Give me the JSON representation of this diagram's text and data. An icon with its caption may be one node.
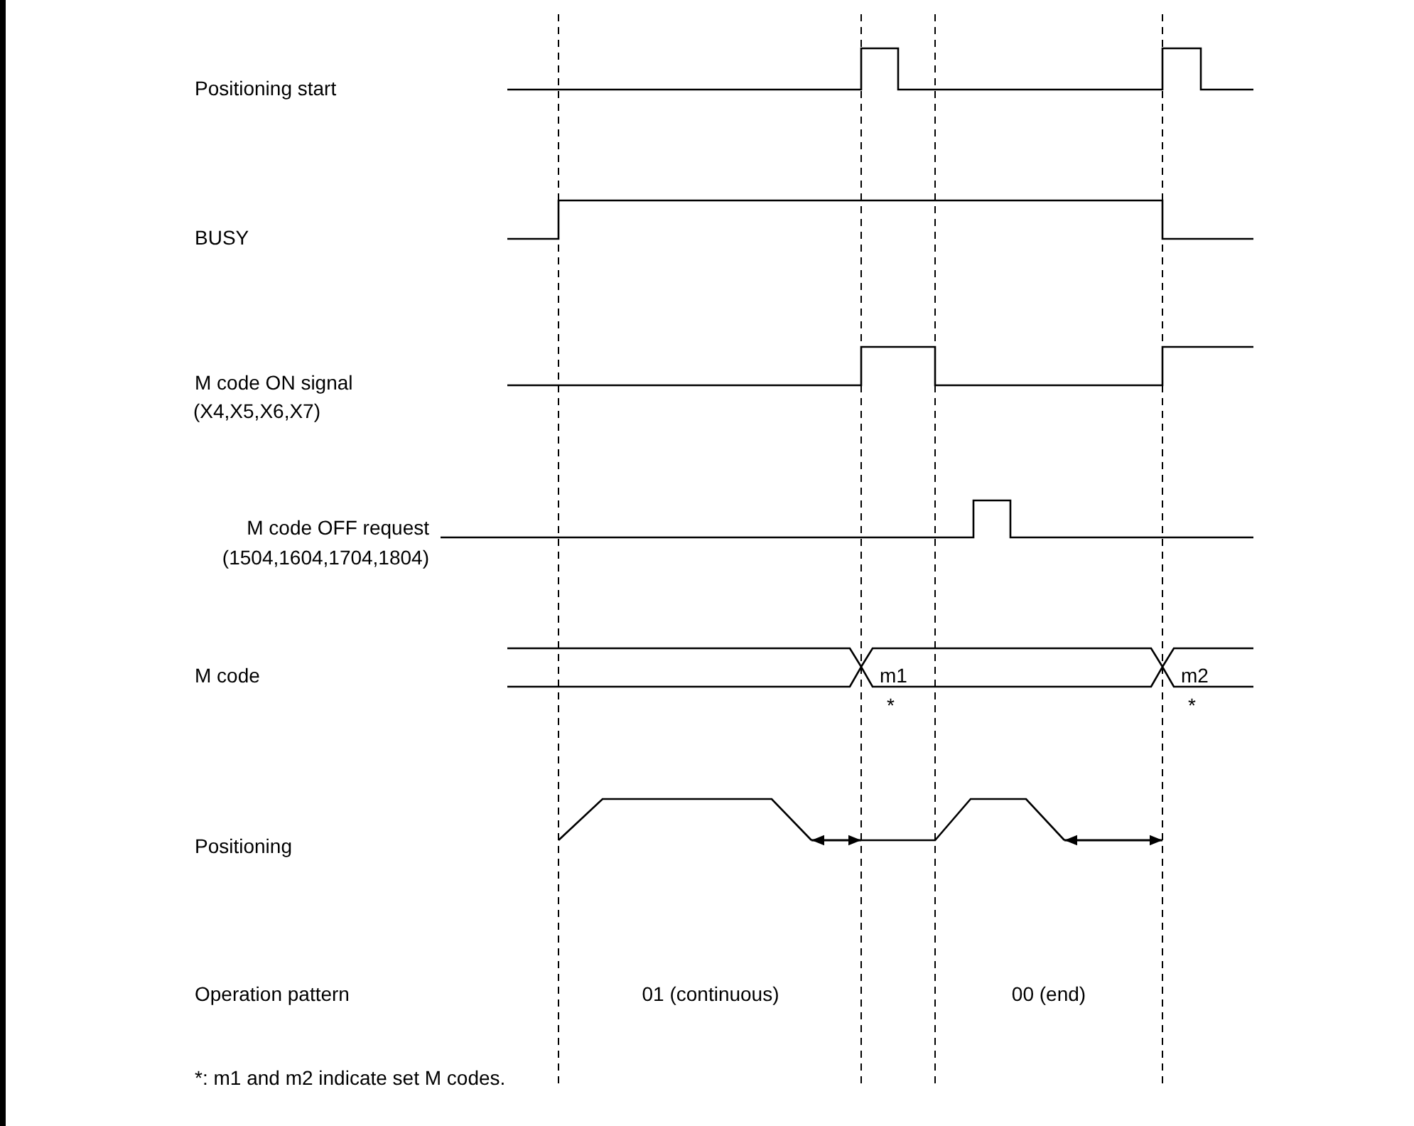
{
  "diagram": {
    "labels": [
      "Positioning start",
      "BUSY",
      "M code ON signal",
      "(X4,X5,X6,X7)",
      "M code OFF request",
      "(1504,1604,1704,1804)",
      "M code",
      "m1",
      "*",
      "m2",
      "*",
      "Positioning",
      "Operation pattern",
      "01 (continuous)",
      "00 (end)",
      "*: m1 and m2 indicate set M codes."
    ]
  }
}
